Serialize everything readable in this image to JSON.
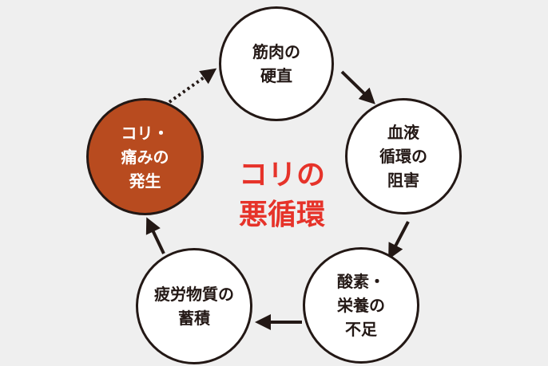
{
  "colors": {
    "background": "#efefef",
    "ring": "#231815",
    "node_fill": "#ffffff",
    "accent_fill": "#b84b1f",
    "title": "#e6332a"
  },
  "title": {
    "lines": [
      "コリの",
      "悪循環"
    ]
  },
  "nodes": [
    {
      "id": "muscle-stiffness",
      "lines": [
        "筋肉の",
        "硬直"
      ],
      "accent": false
    },
    {
      "id": "blood-flow-obstruction",
      "lines": [
        "血液",
        "循環の",
        "阻害"
      ],
      "accent": false
    },
    {
      "id": "nutrient-shortage",
      "lines": [
        "酸素・",
        "栄養の",
        "不足"
      ],
      "accent": false
    },
    {
      "id": "fatigue-accumulation",
      "lines": [
        "疲労物質の",
        "蓄積"
      ],
      "accent": false
    },
    {
      "id": "stiffness-pain",
      "lines": [
        "コリ・",
        "痛みの",
        "発生"
      ],
      "accent": true
    }
  ],
  "links": [
    {
      "from": "muscle-stiffness",
      "to": "blood-flow-obstruction",
      "style": "solid"
    },
    {
      "from": "blood-flow-obstruction",
      "to": "nutrient-shortage",
      "style": "solid"
    },
    {
      "from": "nutrient-shortage",
      "to": "fatigue-accumulation",
      "style": "solid"
    },
    {
      "from": "fatigue-accumulation",
      "to": "stiffness-pain",
      "style": "solid"
    },
    {
      "from": "stiffness-pain",
      "to": "muscle-stiffness",
      "style": "dotted"
    }
  ]
}
